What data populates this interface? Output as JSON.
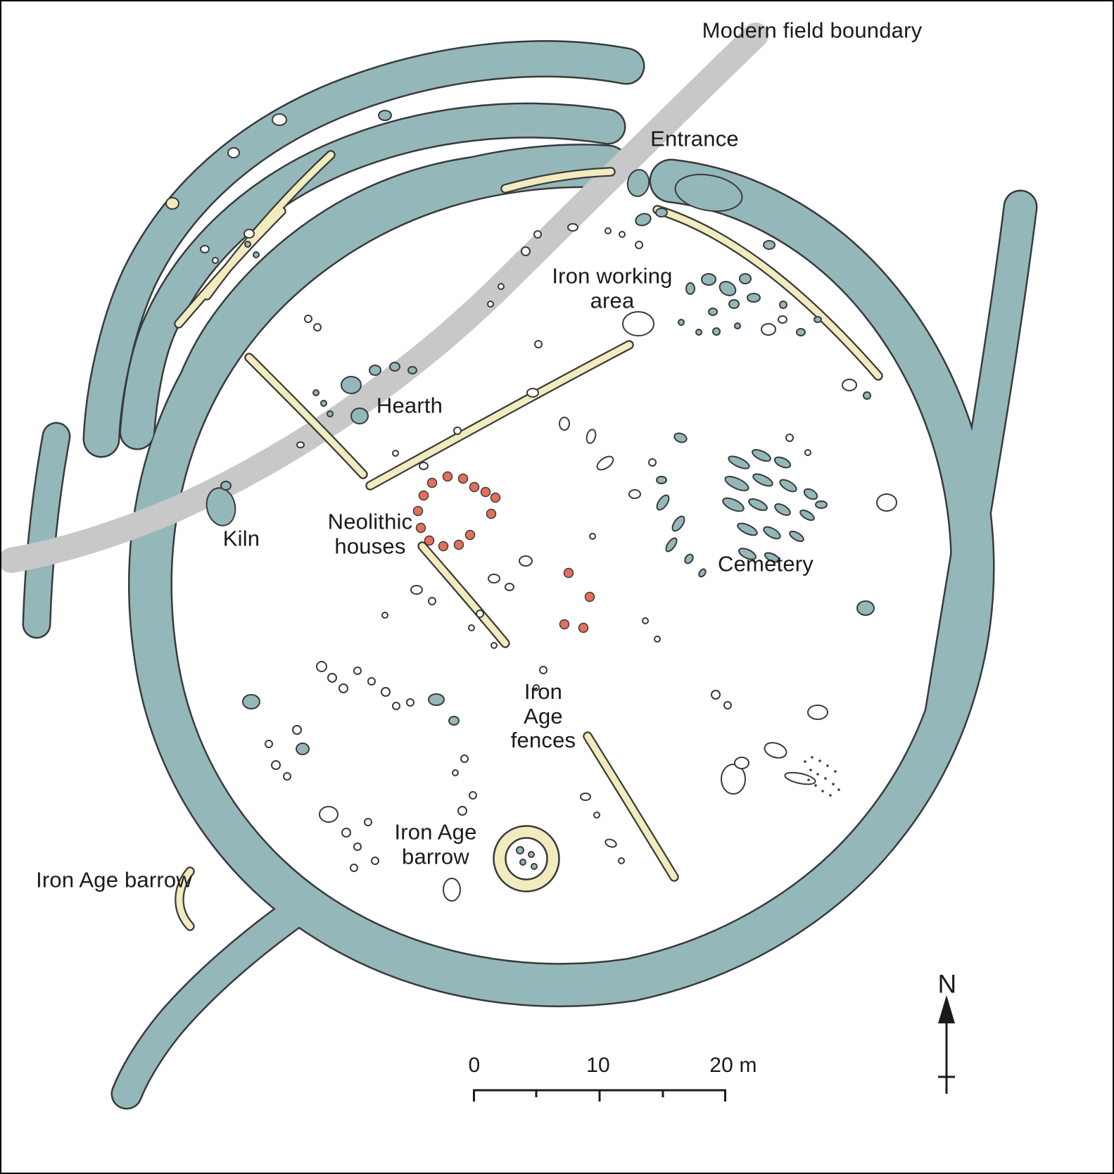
{
  "title": "Archaeological site plan",
  "colors": {
    "ditch": "#94b7ba",
    "ditch_outline": "#3a3a3a",
    "fence": "#f1ebbe",
    "modern_boundary": "#c8c8c8",
    "post": "#e2705b",
    "feature_fill": "#ffffff",
    "ink": "#1a1a1a",
    "background": "#ffffff"
  },
  "labels": {
    "modern_field_boundary": "Modern field boundary",
    "entrance": "Entrance",
    "iron_working_area": "Iron working\narea",
    "hearth": "Hearth",
    "kiln": "Kiln",
    "neolithic_houses": "Neolithic\nhouses",
    "cemetery": "Cemetery",
    "iron_age_fences": "Iron\nAge\nfences",
    "iron_age_barrow": "Iron Age\nbarrow",
    "iron_age_barrow_outer": "Iron Age barrow",
    "north": "N"
  },
  "scale_bar": {
    "labels": [
      "0",
      "10",
      "20 m"
    ]
  }
}
